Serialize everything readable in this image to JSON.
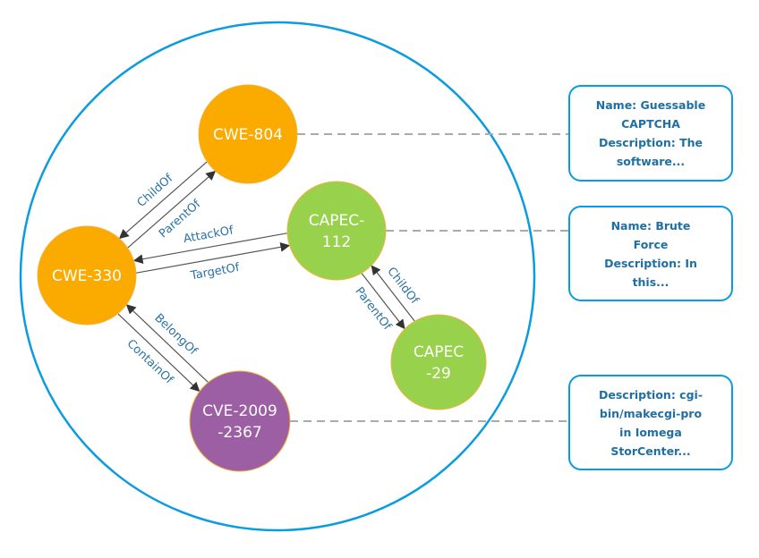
{
  "colors": {
    "container": "#0a9be0",
    "cwe": "#fbaa00",
    "capec": "#98d14b",
    "cve": "#9c5fa3",
    "node_border": "#f2b33a",
    "edge": "#555555",
    "edge_label": "#2a72a8",
    "dashed": "#aaaaaa",
    "info_text": "#1f6fa3"
  },
  "nodes": [
    {
      "id": "cwe804",
      "label_lines": [
        "CWE-804"
      ],
      "type": "cwe"
    },
    {
      "id": "capec112",
      "label_lines": [
        "CAPEC-",
        "112"
      ],
      "type": "capec"
    },
    {
      "id": "cwe330",
      "label_lines": [
        "CWE-330"
      ],
      "type": "cwe"
    },
    {
      "id": "capec29",
      "label_lines": [
        "CAPEC",
        "-29"
      ],
      "type": "capec"
    },
    {
      "id": "cve20092367",
      "label_lines": [
        "CVE-2009",
        "-2367"
      ],
      "type": "cve"
    }
  ],
  "edges": [
    {
      "from": "cwe330",
      "to": "cwe804",
      "label": "ParentOf"
    },
    {
      "from": "cwe804",
      "to": "cwe330",
      "label": "ChildOf"
    },
    {
      "from": "cwe330",
      "to": "capec112",
      "label": "TargetOf"
    },
    {
      "from": "capec112",
      "to": "cwe330",
      "label": "AttackOf"
    },
    {
      "from": "capec112",
      "to": "capec29",
      "label": "ParentOf"
    },
    {
      "from": "capec29",
      "to": "capec112",
      "label": "ChildOf"
    },
    {
      "from": "cwe330",
      "to": "cve20092367",
      "label": "ContainOf"
    },
    {
      "from": "cve20092367",
      "to": "cwe330",
      "label": "BelongOf"
    }
  ],
  "info_boxes": [
    {
      "node": "cwe804",
      "lines": [
        "Name: Guessable",
        "CAPTCHA",
        "Description: The",
        "software..."
      ]
    },
    {
      "node": "capec112",
      "lines": [
        "Name: Brute",
        "Force",
        "Description: In",
        "this..."
      ]
    },
    {
      "node": "cve20092367",
      "lines": [
        "Description: cgi-",
        "bin/makecgi-pro",
        "in Iomega",
        "StorCenter..."
      ]
    }
  ]
}
